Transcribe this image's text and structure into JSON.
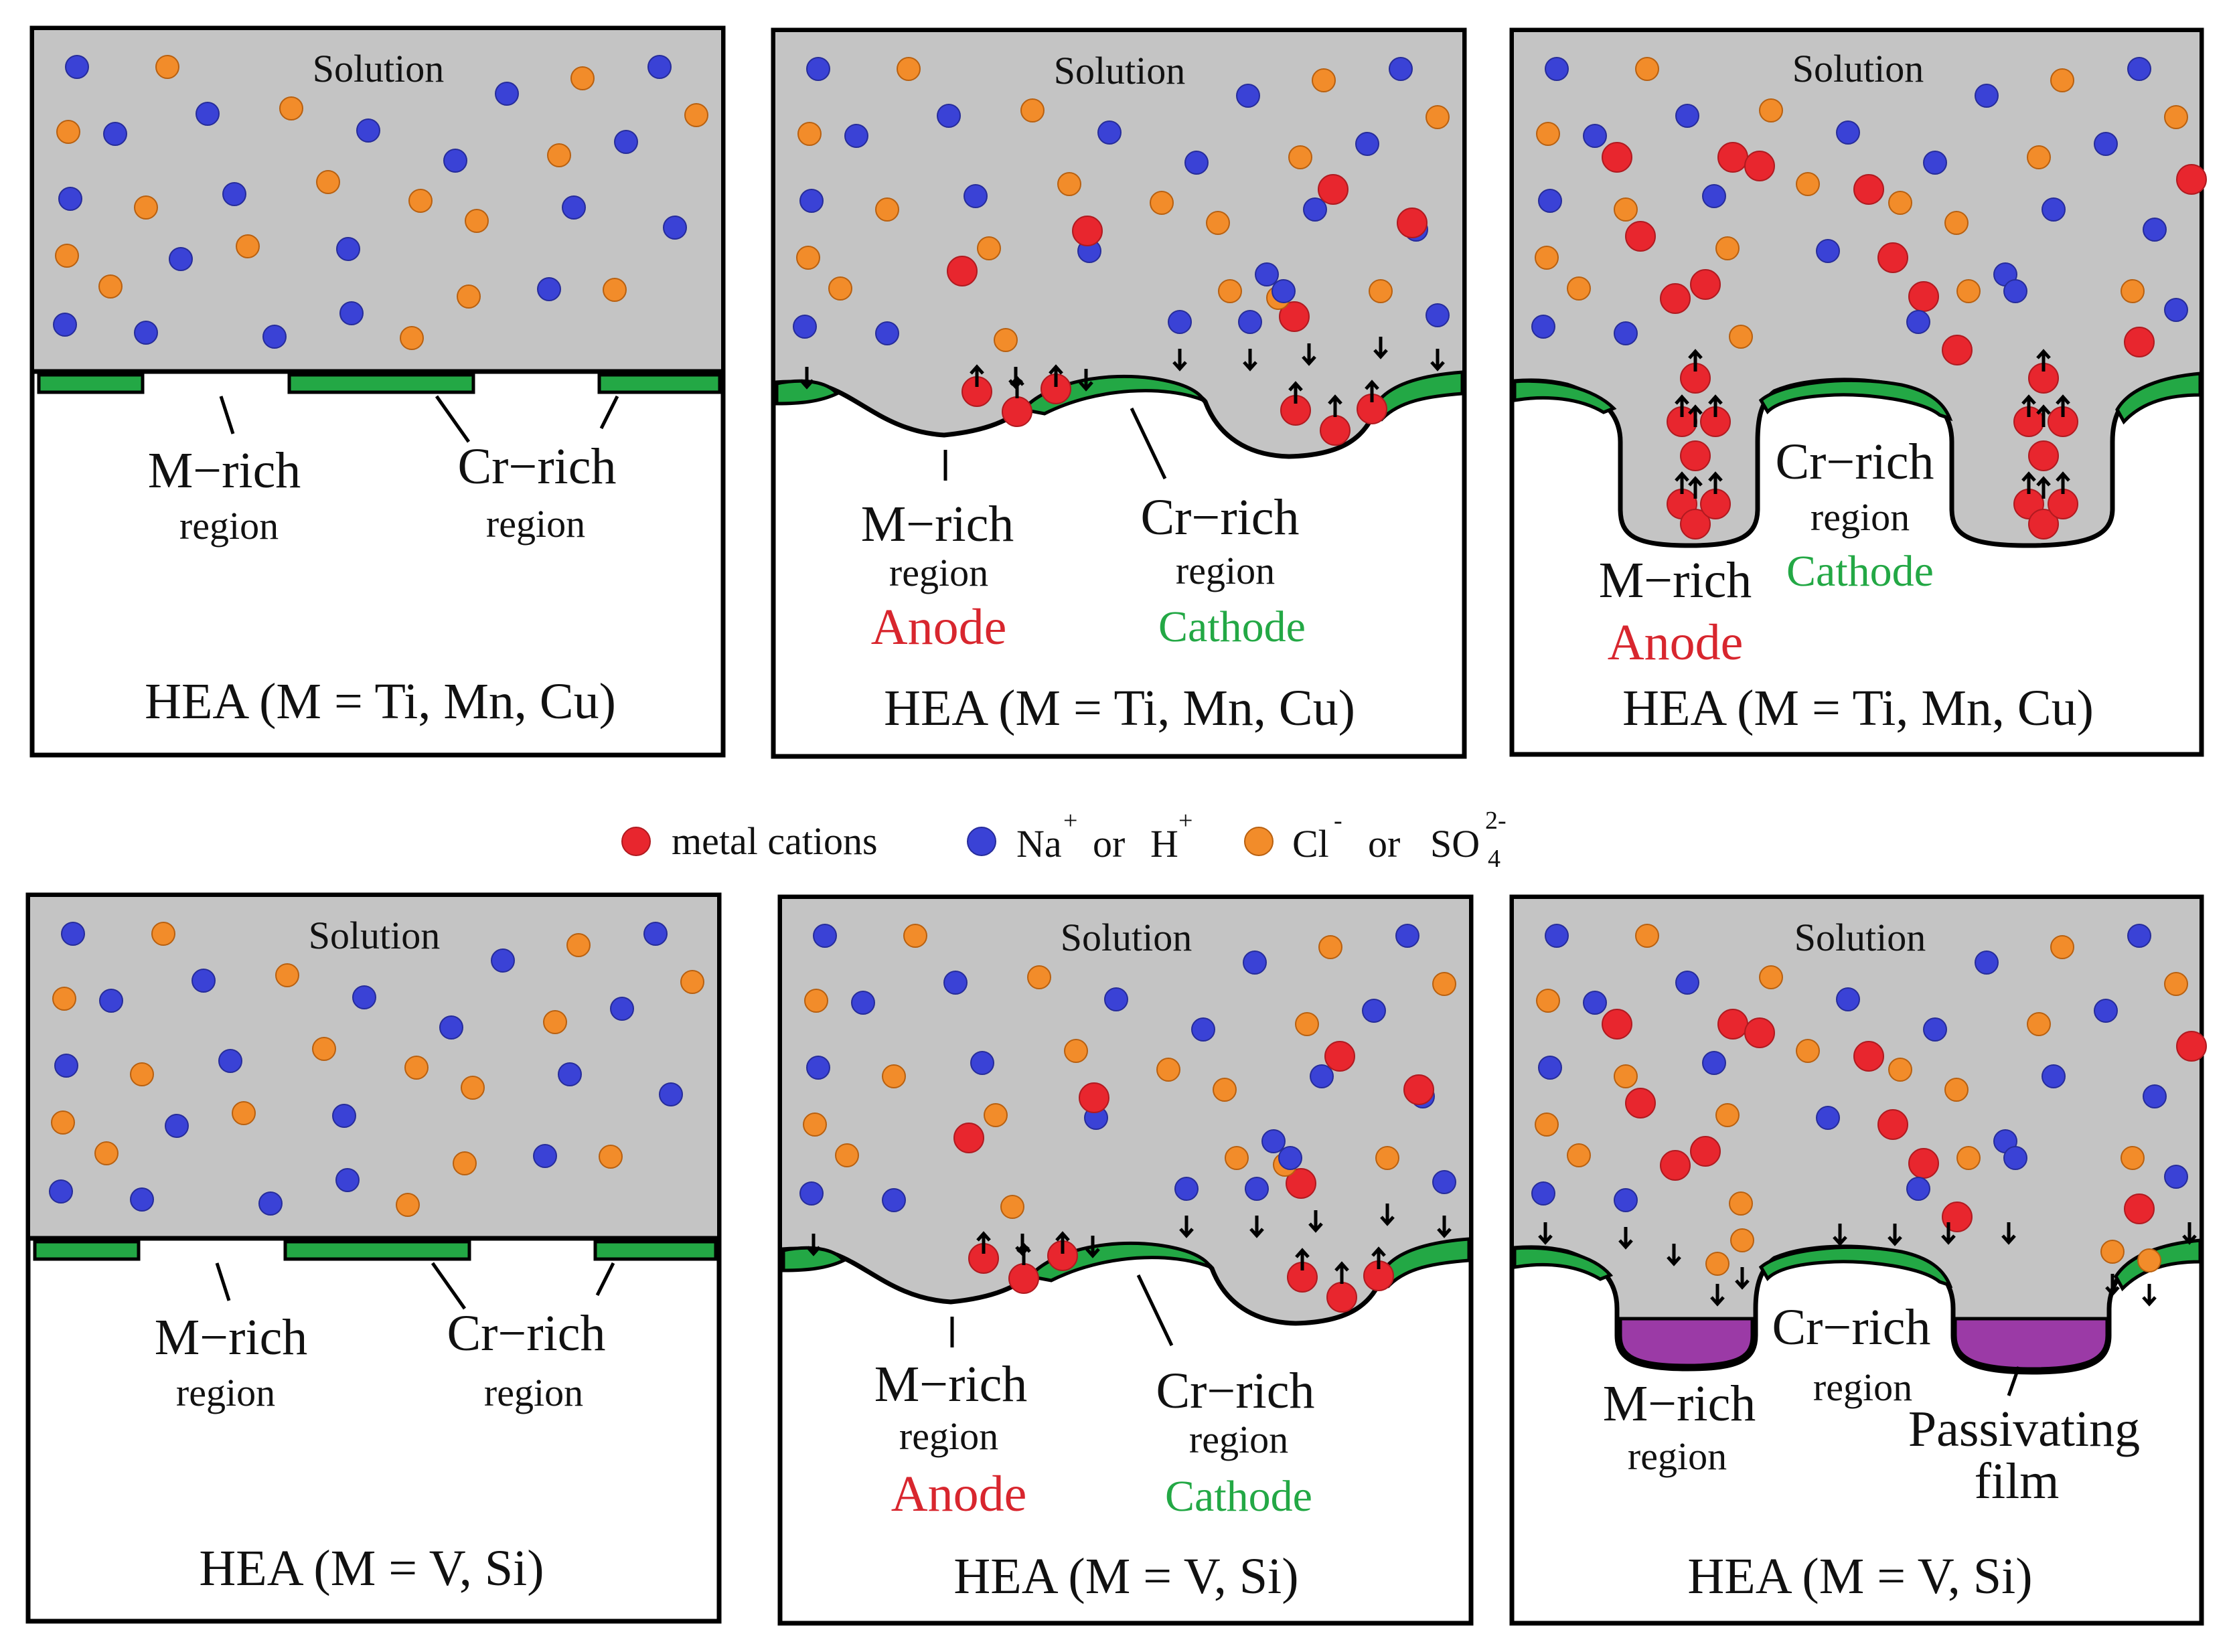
{
  "colors": {
    "solution": "#c4c4c4",
    "metal_cation": "#e8262e",
    "cation_blue": "#3a42d6",
    "anion_orange": "#f28c2a",
    "cr_rich_film": "#23a845",
    "passivating_film": "#9b3aa6",
    "anode_text": "#d8262e",
    "cathode_text": "#23a845"
  },
  "legend": {
    "metal_cations": "metal cations",
    "na": "Na",
    "na_sup": "+",
    "or1": "or",
    "h": "H",
    "h_sup": "+",
    "cl": "Cl",
    "cl_sup": "-",
    "or2": "or",
    "so": "SO",
    "so_sub": "4",
    "so_sup": "2-"
  },
  "panels": {
    "p1": {
      "solution": "Solution",
      "m_rich": "M−rich",
      "m_region": "region",
      "cr_rich": "Cr−rich",
      "cr_region": "region",
      "hea": "HEA (M = Ti,  Mn, Cu)"
    },
    "p2": {
      "solution": "Solution",
      "m_rich": "M−rich",
      "m_region": "region",
      "anode": "Anode",
      "cr_rich": "Cr−rich",
      "cr_region": "region",
      "cathode": "Cathode",
      "hea": "HEA (M = Ti,  Mn, Cu)"
    },
    "p3": {
      "solution": "Solution",
      "m_rich": "M−rich",
      "anode": "Anode",
      "cr_rich": "Cr−rich",
      "cr_region": "region",
      "cathode": "Cathode",
      "hea": "HEA (M = Ti,  Mn, Cu)"
    },
    "p4": {
      "solution": "Solution",
      "m_rich": "M−rich",
      "m_region": "region",
      "cr_rich": "Cr−rich",
      "cr_region": "region",
      "hea": "HEA (M = V, Si)"
    },
    "p5": {
      "solution": "Solution",
      "m_rich": "M−rich",
      "m_region": "region",
      "anode": "Anode",
      "cr_rich": "Cr−rich",
      "cr_region": "region",
      "cathode": "Cathode",
      "hea": "HEA (M = V, Si)"
    },
    "p6": {
      "solution": "Solution",
      "m_rich": "M−rich",
      "m_region": "region",
      "cr_rich": "Cr−rich",
      "cr_region": "region",
      "passivating": "Passivating",
      "film": "film",
      "hea": "HEA (M = V, Si)"
    }
  }
}
